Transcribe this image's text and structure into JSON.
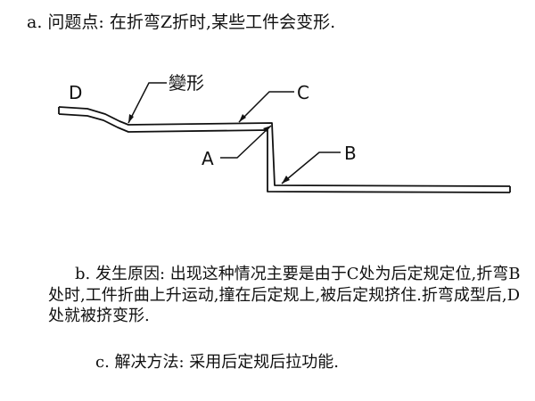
{
  "title": "a. 问题点: 在折弯Z折时,某些工件会变形.",
  "diagram": {
    "label_d": "D",
    "label_deform": "變形",
    "label_c": "C",
    "label_a": "A",
    "label_b": "B"
  },
  "cause_text": "b. 发生原因: 出现这种情况主要是由于C处为后定规定位,折弯B处时,工件折曲上升运动,撞在后定规上,被后定规挤住.折弯成型后,D处就被挤变形.",
  "solution_text": "c. 解决方法: 采用后定规后拉功能."
}
